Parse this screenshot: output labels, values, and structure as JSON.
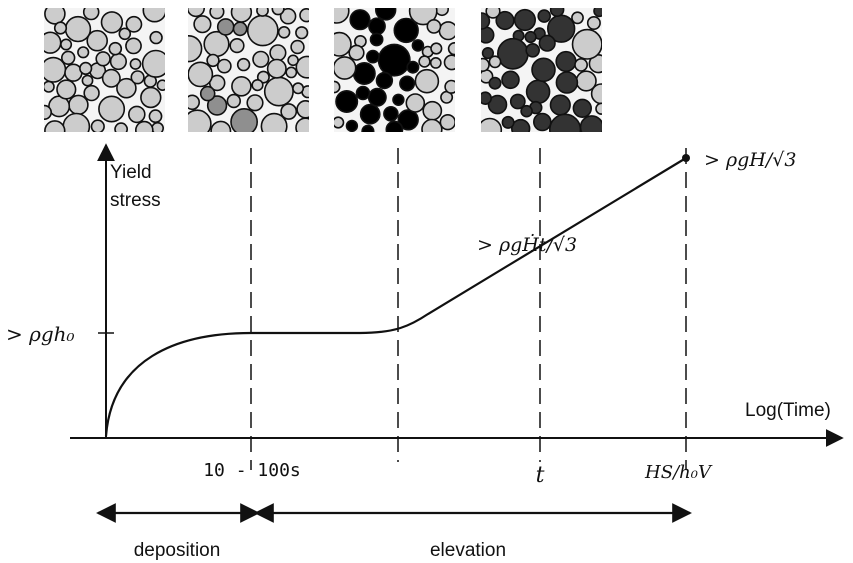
{
  "y_axis_label": {
    "line1": "Yield",
    "line2": "stress"
  },
  "x_axis_label": "Log(Time)",
  "y_tick_label": "> ρgh₀",
  "x_tick_labels": {
    "deposition_end": "10 - 100s",
    "t": "t",
    "end": "HS/h₀V"
  },
  "annotations": {
    "slope": "> ρgḢt/√3",
    "final": "> ρgH/√3"
  },
  "phases": {
    "deposition": "deposition",
    "elevation": "elevation"
  },
  "colors": {
    "stroke": "#111111",
    "grain_light": "#cccccc",
    "grain_mid": "#8f8f8f",
    "grain_dark": "#000000",
    "grain_darker": "#333333"
  },
  "panels": [
    {
      "stage": "initial",
      "grain_colors": [
        "light"
      ]
    },
    {
      "stage": "early",
      "grain_colors": [
        "light",
        "mid"
      ]
    },
    {
      "stage": "mid",
      "grain_colors": [
        "light",
        "dark"
      ]
    },
    {
      "stage": "late",
      "grain_colors": [
        "light",
        "darker"
      ]
    }
  ]
}
